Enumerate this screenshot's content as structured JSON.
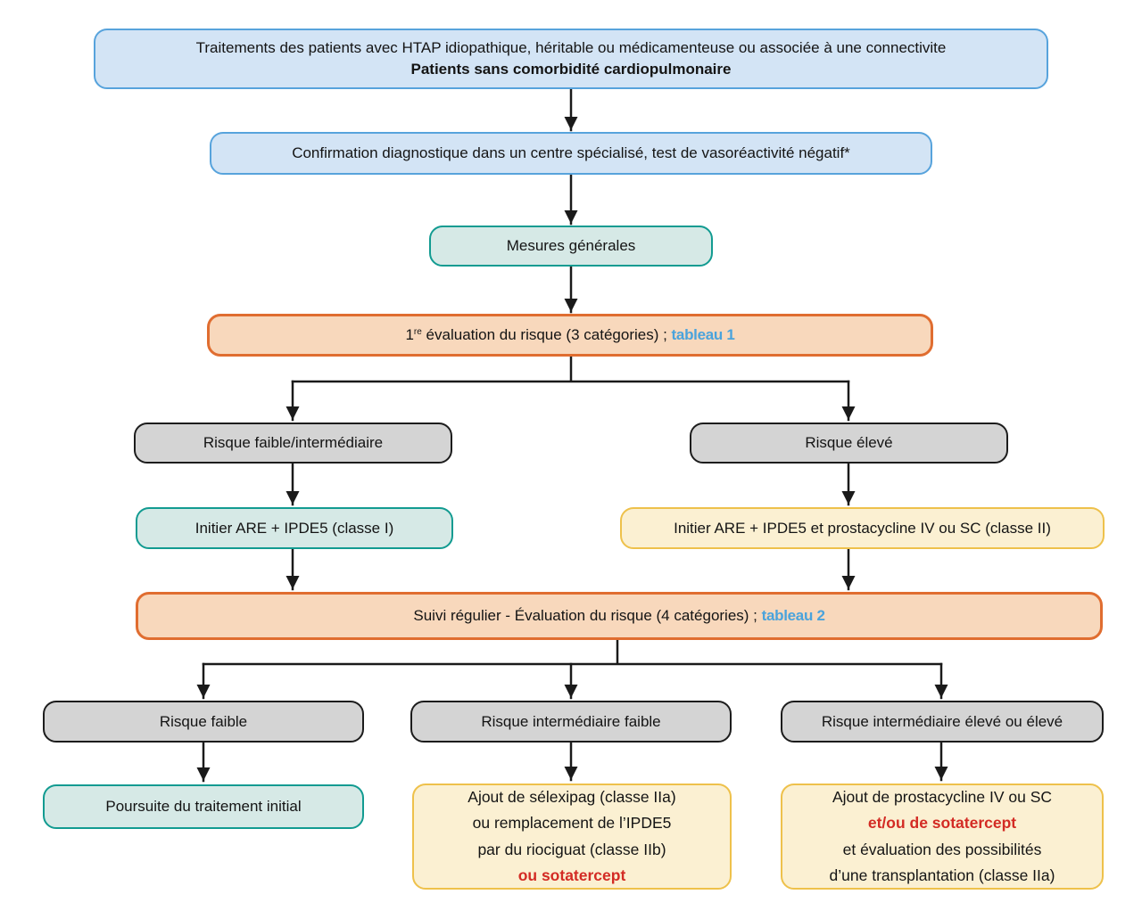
{
  "colors": {
    "blue_fill": "#d3e4f5",
    "blue_border": "#57a3dc",
    "teal_fill": "#d6e9e6",
    "teal_border": "#129b91",
    "orange_fill": "#f8d8bc",
    "orange_border": "#e06d30",
    "gray_fill": "#d4d4d4",
    "gray_border": "#1c1c1c",
    "yellow_fill": "#fbf0d2",
    "yellow_border": "#eec14b",
    "table_link_blue": "#4aa3dc",
    "warning_red": "#d32b24",
    "arrow_black": "#1a1a1a"
  },
  "flowchart": {
    "header": {
      "line1": "Traitements des patients avec HTAP idiopathique, héritable ou médicamenteuse ou associée à une connectivite",
      "line2_bold": "Patients sans comorbidité cardiopulmonaire"
    },
    "confirmation": {
      "text": "Confirmation diagnostique dans un centre spécialisé, test de vasoréactivité négatif*"
    },
    "general_measures": {
      "text": "Mesures générales"
    },
    "first_risk_assessment": {
      "num": "1",
      "sup": "re",
      "text": " évaluation du risque (3 catégories) ; ",
      "table_ref": "tableau 1"
    },
    "risk_low_intermediate": {
      "text": "Risque faible/intermédiaire"
    },
    "risk_high": {
      "text": "Risque élevé"
    },
    "initiate_low": {
      "text": "Initier ARE + IPDE5 (classe I)"
    },
    "initiate_high": {
      "text": "Initier ARE + IPDE5 et prostacycline IV ou SC (classe II)"
    },
    "follow_up": {
      "text": "Suivi régulier - Évaluation du risque (4 catégories) ; ",
      "table_ref": "tableau 2"
    },
    "risk_low": {
      "text": "Risque faible"
    },
    "risk_intermediate_low": {
      "text": "Risque intermédiaire faible"
    },
    "risk_intermediate_high": {
      "text": "Risque intermédiaire élevé ou élevé"
    },
    "continue_treatment": {
      "text": "Poursuite du traitement initial"
    },
    "add_selexipag": {
      "line1": "Ajout de sélexipag (classe IIa)",
      "line2": "ou remplacement de l’IPDE5",
      "line3": "par du riociguat (classe IIb)",
      "red_line": "ou sotatercept"
    },
    "add_prostacycline": {
      "line1": "Ajout de prostacycline IV ou SC",
      "red_line": "et/ou de sotatercept",
      "line3": "et évaluation des possibilités",
      "line4": "d’une transplantation (classe IIa)"
    }
  }
}
